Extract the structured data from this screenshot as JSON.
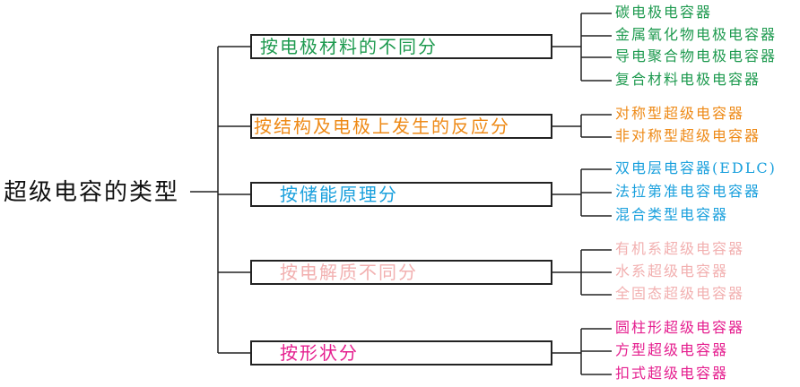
{
  "root": {
    "label": "超级电容的类型",
    "color": "#111111"
  },
  "categories": [
    {
      "label": "按电极材料的不同分",
      "color": "#1e9a4f",
      "items": [
        "碳电极电容器",
        "金属氧化物电极电容器",
        "导电聚合物电极电容器",
        "复合材料电极电容器"
      ]
    },
    {
      "label": "按结构及电极上发生的反应分",
      "color": "#ee8a17",
      "items": [
        "对称型超级电容器",
        "非对称型超级电容器"
      ]
    },
    {
      "label": "按储能原理分",
      "color": "#1aa0dd",
      "items": [
        "双电层电容器(EDLC)",
        "法拉第准电容电容器",
        "混合类型电容器"
      ]
    },
    {
      "label": "按电解质不同分",
      "color": "#f2b0b0",
      "items": [
        "有机系超级电容器",
        "水系超级电容器",
        "全固态超级电容器"
      ]
    },
    {
      "label": "按形状分",
      "color": "#e51f8f",
      "items": [
        "圆柱形超级电容器",
        "方型超级电容器",
        "扣式超级电容器"
      ]
    }
  ]
}
